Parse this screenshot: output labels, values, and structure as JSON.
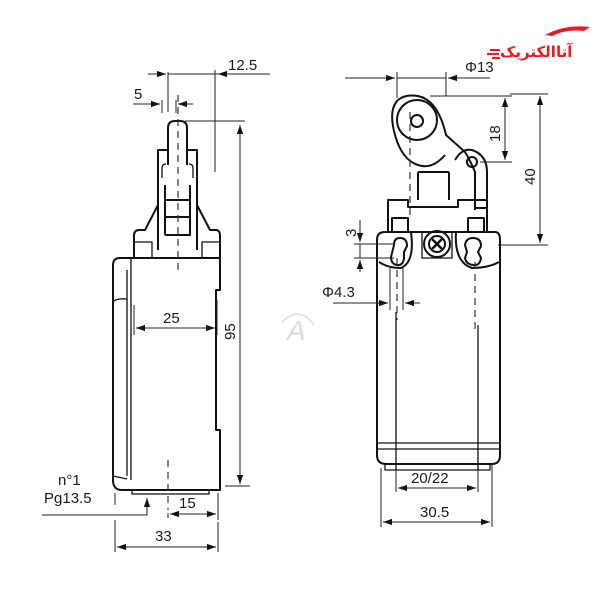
{
  "brand": {
    "logo_text": "آتاالکتریک",
    "color": "#e01e24"
  },
  "watermark": {
    "glyph": "A"
  },
  "side_view": {
    "dimensions": {
      "plunger_width": "5",
      "plunger_offset": "12.5",
      "body_inner_width": "25",
      "total_height": "95",
      "conduit_label_line1": "n°1",
      "conduit_label_line2": "Pg13.5",
      "conduit_offset": "15",
      "total_depth": "33"
    }
  },
  "front_view": {
    "dimensions": {
      "roller_diameter": "Φ13",
      "roller_arm": "18",
      "actuator_height": "40",
      "slot_height": "3",
      "mount_hole": "Φ4.3",
      "mount_spacing": "20/22",
      "total_width": "30.5"
    }
  },
  "colors": {
    "line": "#111111",
    "background": "#ffffff",
    "brand": "#e01e24",
    "watermark": "#cfd4dc"
  }
}
